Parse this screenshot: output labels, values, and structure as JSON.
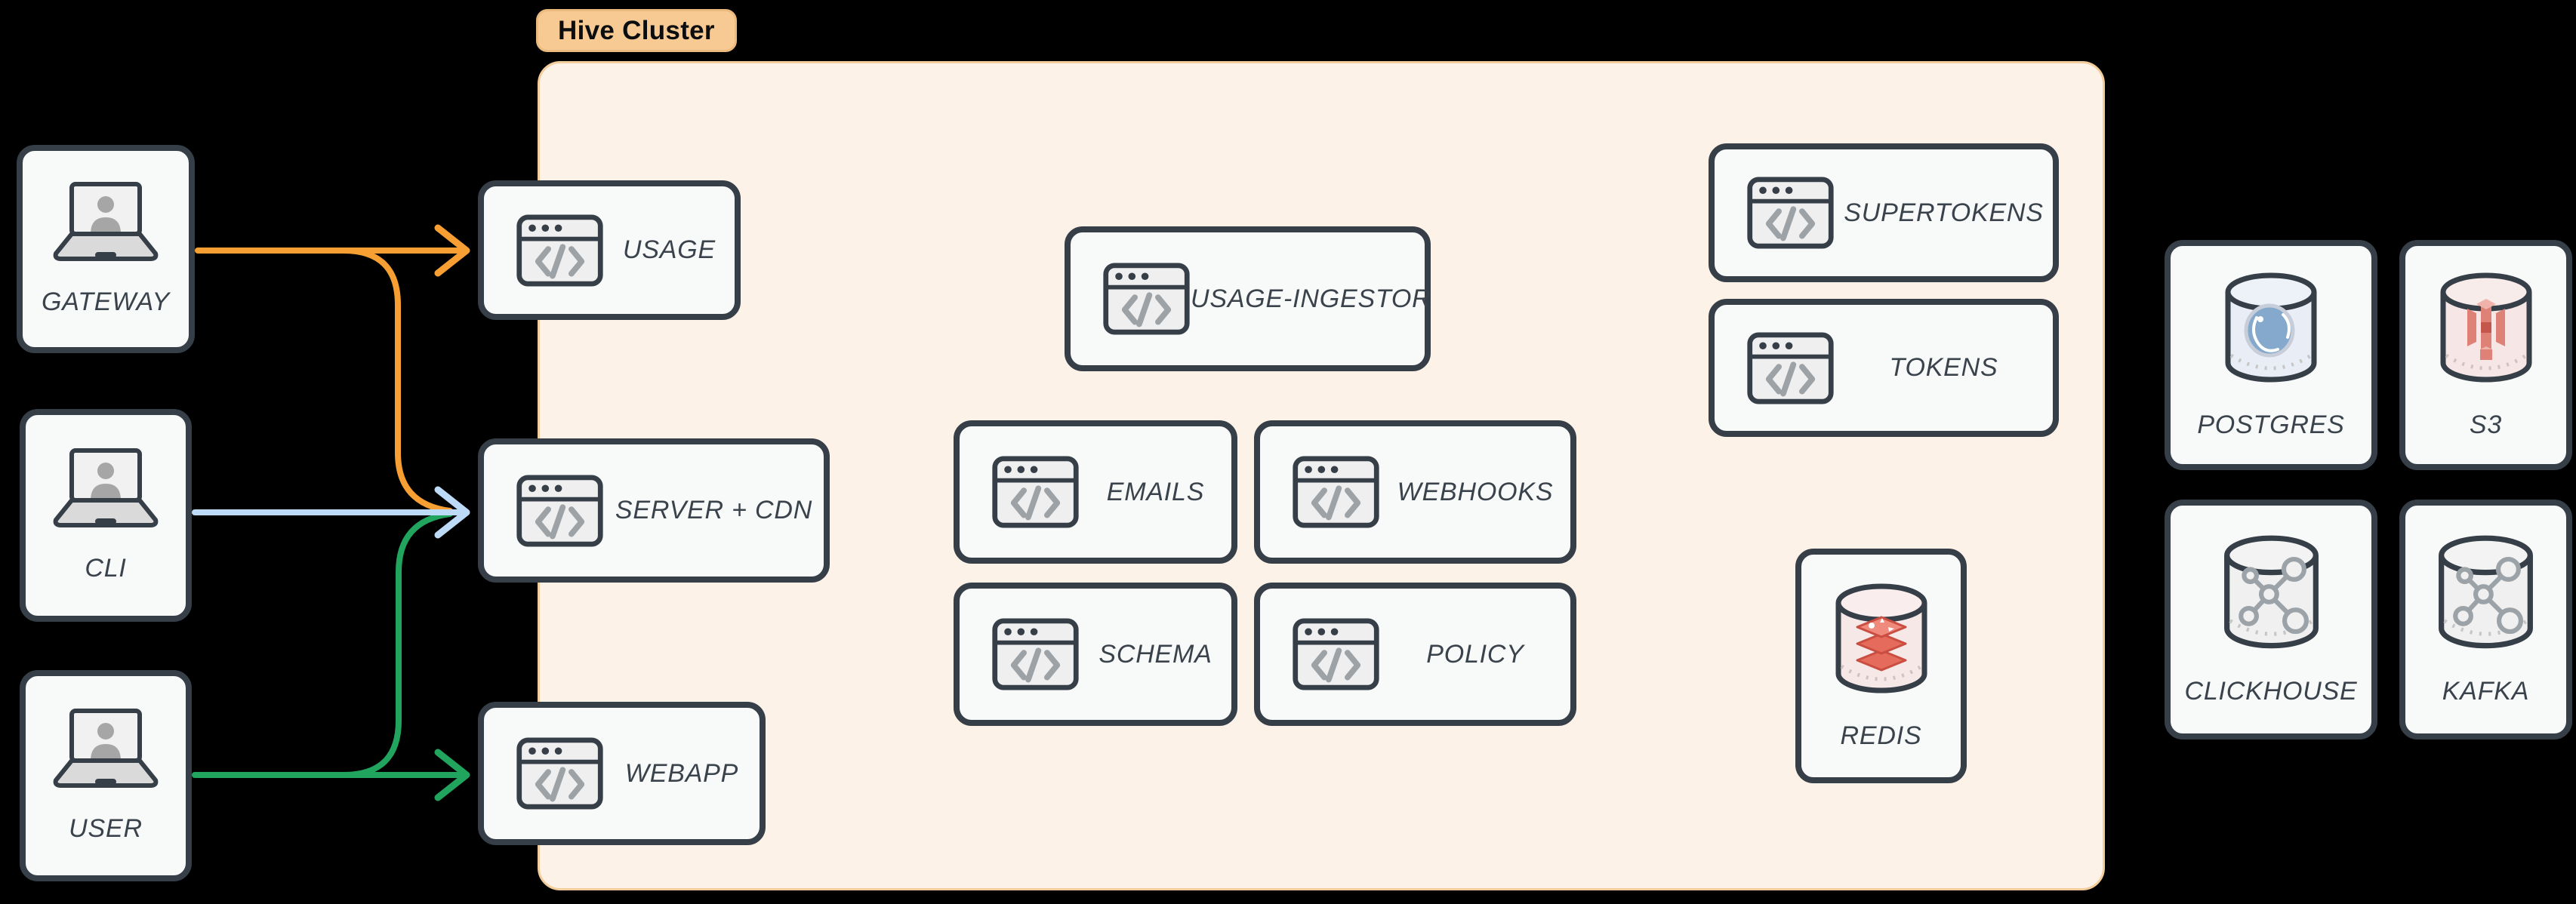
{
  "cluster": {
    "badge_label": "Hive Cluster",
    "bg_color": "#FDF2E8",
    "border_color": "#F4CD9C",
    "badge_bg_color": "#F7C993"
  },
  "nodes": {
    "gateway": {
      "label": "GATEWAY",
      "icon": "laptop-user-icon"
    },
    "cli": {
      "label": "CLI",
      "icon": "laptop-user-icon"
    },
    "user": {
      "label": "USER",
      "icon": "laptop-user-icon"
    },
    "usage": {
      "label": "USAGE",
      "icon": "code-window-icon"
    },
    "server_cdn": {
      "label": "SERVER + CDN",
      "icon": "code-window-icon"
    },
    "webapp": {
      "label": "WEBAPP",
      "icon": "code-window-icon"
    },
    "usage_ingestor": {
      "label": "USAGE-INGESTOR",
      "icon": "code-window-icon"
    },
    "emails": {
      "label": "EMAILS",
      "icon": "code-window-icon"
    },
    "webhooks": {
      "label": "WEBHOOKS",
      "icon": "code-window-icon"
    },
    "schema": {
      "label": "SCHEMA",
      "icon": "code-window-icon"
    },
    "policy": {
      "label": "POLICY",
      "icon": "code-window-icon"
    },
    "supertokens": {
      "label": "SUPERTOKENS",
      "icon": "code-window-icon"
    },
    "tokens": {
      "label": "TOKENS",
      "icon": "code-window-icon"
    },
    "redis": {
      "label": "REDIS",
      "icon": "redis-database-icon"
    },
    "postgres": {
      "label": "POSTGRES",
      "icon": "postgres-database-icon"
    },
    "s3": {
      "label": "S3",
      "icon": "s3-database-icon"
    },
    "clickhouse": {
      "label": "CLICKHOUSE",
      "icon": "clickhouse-database-icon"
    },
    "kafka": {
      "label": "KAFKA",
      "icon": "kafka-database-icon"
    }
  },
  "edges": [
    {
      "from": "GATEWAY",
      "to": "USAGE",
      "color": "#F79F33"
    },
    {
      "from": "GATEWAY",
      "to": "SERVER + CDN",
      "color": "#F79F33"
    },
    {
      "from": "CLI",
      "to": "SERVER + CDN",
      "color": "#BDDAF7"
    },
    {
      "from": "USER",
      "to": "SERVER + CDN",
      "color": "#21A55E"
    },
    {
      "from": "USER",
      "to": "WEBAPP",
      "color": "#21A55E"
    }
  ],
  "palette": {
    "canvas_bg": "#000000",
    "node_border": "#363E48",
    "node_bg": "#F8FAFA",
    "label_color": "#3A424B"
  }
}
